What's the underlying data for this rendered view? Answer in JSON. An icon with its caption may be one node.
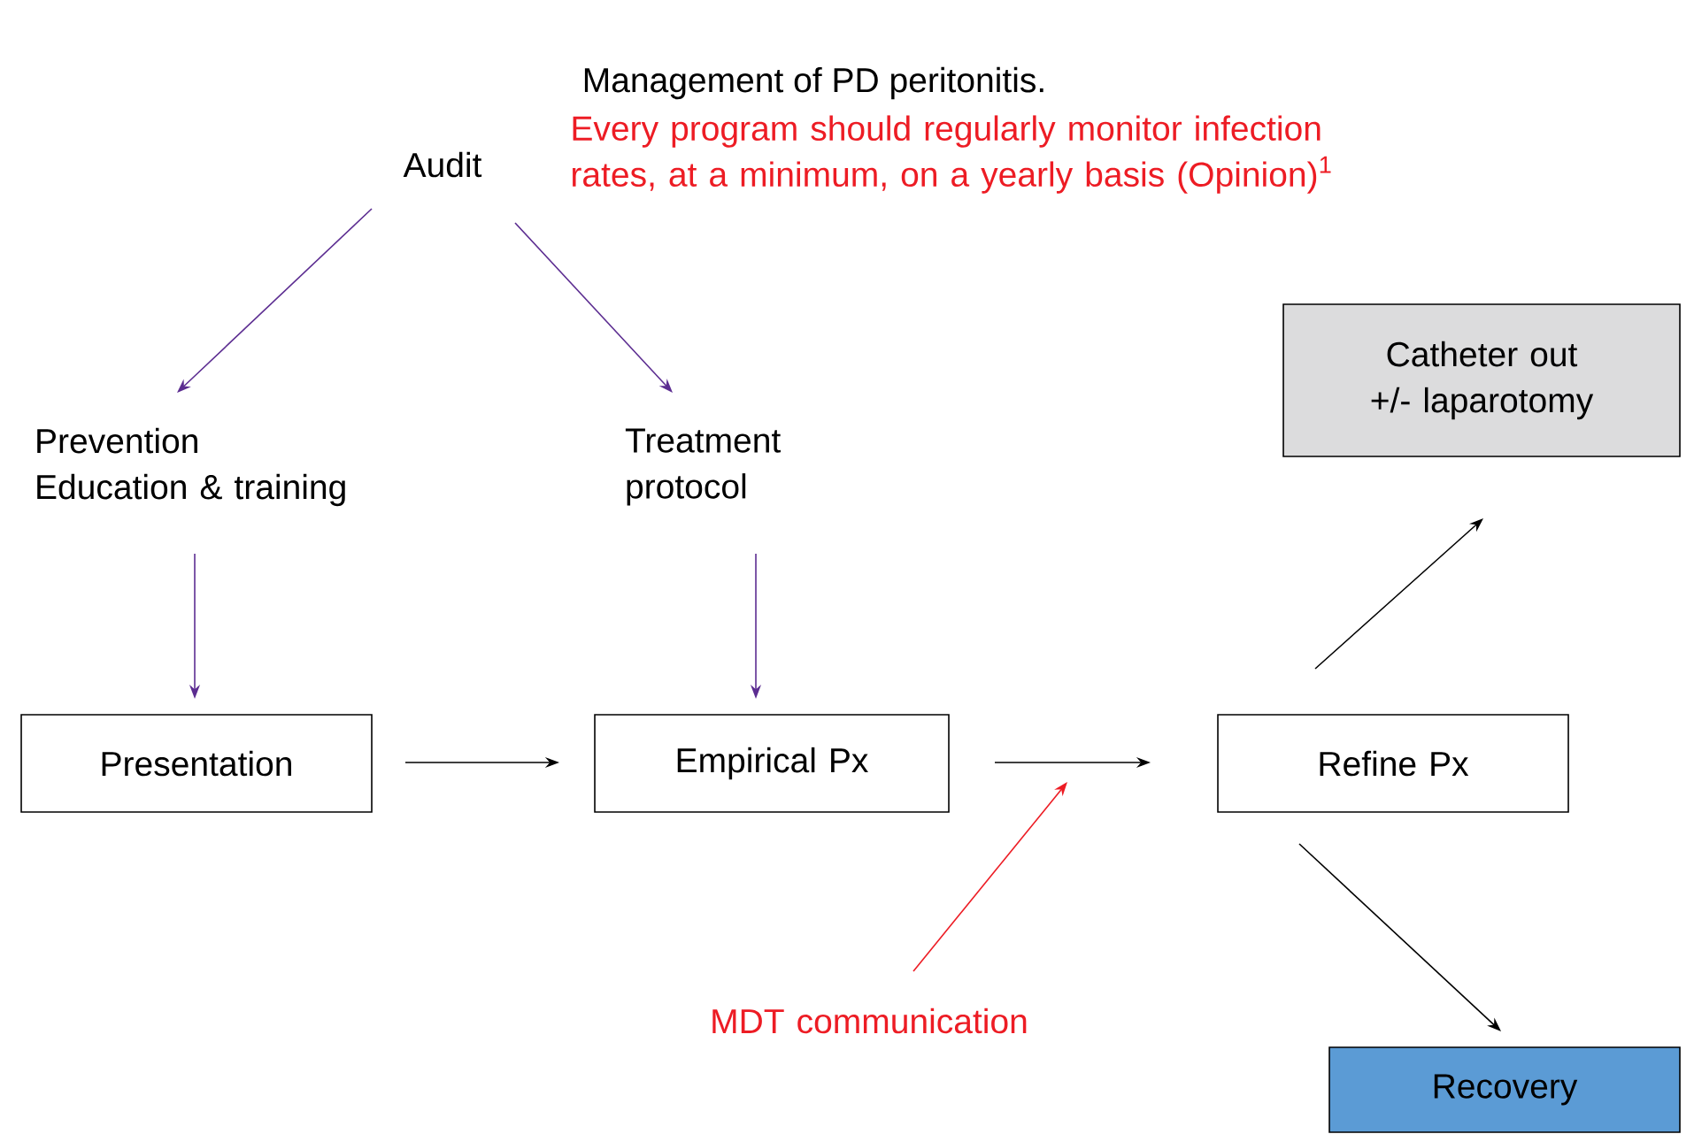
{
  "diagram": {
    "title": "Management of PD peritonitis.",
    "nodes": [
      {
        "text": [
          "Audit"
        ]
      },
      {
        "text": [
          "Prevention",
          "Education & training"
        ]
      },
      {
        "text": [
          "Treatment protocol"
        ]
      },
      {
        "text": [
          "Presentation"
        ]
      },
      {
        "text": [
          "Empirical Px"
        ]
      },
      {
        "text": [
          "Refine Px"
        ]
      },
      {
        "text": [
          "Catheter out +/- laparotomy"
        ]
      },
      {
        "text": [
          "Recovery"
        ]
      },
      {
        "text": [
          "MDT communication"
        ]
      }
    ],
    "edges": [
      {
        "from": 0,
        "to": 1,
        "arrow": "to",
        "color": "#5c2d91"
      },
      {
        "from": 0,
        "to": 2,
        "arrow": "to",
        "color": "#5c2d91"
      },
      {
        "from": 1,
        "to": 3,
        "arrow": "to",
        "color": "#5c2d91"
      },
      {
        "from": 2,
        "to": 4,
        "arrow": "to",
        "color": "#5c2d91"
      },
      {
        "from": 3,
        "to": 4,
        "arrow": "to",
        "color": "#000000"
      },
      {
        "from": 4,
        "to": 5,
        "arrow": "to",
        "color": "#000000"
      },
      {
        "from": 5,
        "to": 6,
        "arrow": "to",
        "color": "#000000"
      },
      {
        "from": 5,
        "to": 7,
        "arrow": "to",
        "color": "#000000"
      },
      {
        "from": 8,
        "to": null,
        "arrow": "to",
        "color": "#ed1c24"
      }
    ],
    "labels": [
      "Every program should regularly monitor infection rates, at a minimum, on a yearly basis (Opinion)$^{1}$"
    ]
  }
}
